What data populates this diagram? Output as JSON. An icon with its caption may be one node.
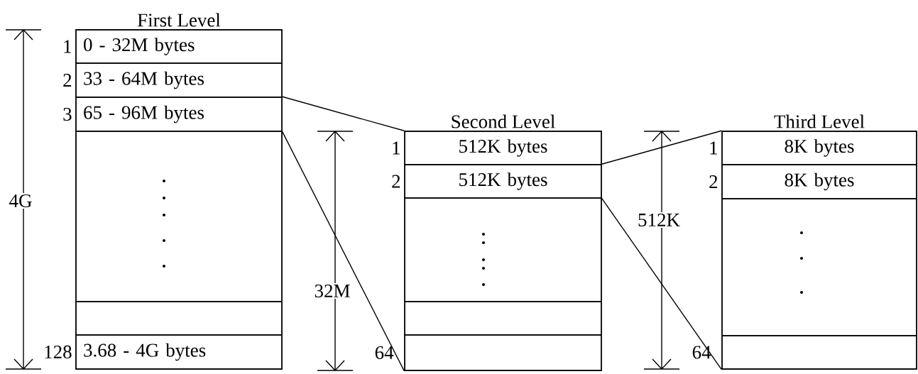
{
  "diagram": {
    "nodes": [
      {
        "text": [
          "First Level"
        ]
      },
      {
        "text": [
          "0 - 32M bytes"
        ],
        "in": 0,
        "beside": [
          "1"
        ]
      },
      {
        "text": [
          "33 - 64M bytes"
        ],
        "in": 0,
        "beside": [
          "2"
        ]
      },
      {
        "text": [
          "65 - 96M bytes"
        ],
        "in": 0,
        "beside": [
          "3"
        ]
      },
      {
        "text": [],
        "shape": "box",
        "in": 0
      },
      {
        "text": [],
        "shape": "box",
        "in": 0
      },
      {
        "text": [
          "3.68 - 4G bytes"
        ],
        "in": 0,
        "beside": [
          "128"
        ]
      },
      {
        "text": [
          "Second Level"
        ]
      },
      {
        "text": [
          "512K bytes"
        ],
        "in": 7,
        "beside": [
          "1"
        ]
      },
      {
        "text": [
          "512K bytes"
        ],
        "in": 7,
        "beside": [
          "2"
        ]
      },
      {
        "text": [],
        "shape": "box",
        "in": 7
      },
      {
        "text": [],
        "shape": "box",
        "in": 7
      },
      {
        "text": [],
        "shape": "box",
        "in": 7,
        "beside": [
          "64"
        ]
      },
      {
        "text": [
          "Third Level"
        ]
      },
      {
        "text": [
          "8K bytes"
        ],
        "in": 13,
        "beside": [
          "1"
        ]
      },
      {
        "text": [
          "8K bytes"
        ],
        "in": 13,
        "beside": [
          "2"
        ]
      },
      {
        "text": [],
        "shape": "box",
        "in": 13
      },
      {
        "text": [],
        "shape": "box",
        "in": 13,
        "beside": [
          "64"
        ]
      }
    ],
    "edges": [
      {
        "from": 3,
        "to": 7,
        "arrow": "none"
      },
      {
        "from": 3,
        "to": 7,
        "arrow": "none"
      },
      {
        "from": 9,
        "to": 13,
        "arrow": "none"
      },
      {
        "from": 9,
        "to": 13,
        "arrow": "none"
      }
    ],
    "labels": [
      "4G",
      "32M",
      "512K"
    ]
  }
}
